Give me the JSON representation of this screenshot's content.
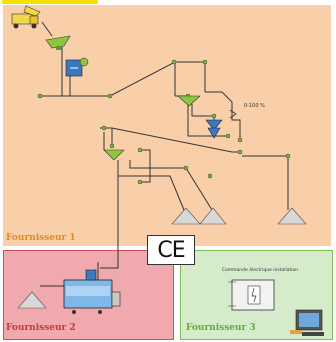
{
  "zones": {
    "supplier_1": {
      "label": "Fournisseur 1"
    },
    "supplier_2": {
      "label": "Fournisseur 2"
    },
    "supplier_3": {
      "label": "Fournisseur 3"
    }
  },
  "certification_mark": "CE",
  "control_panel_caption": "Commande électrique installation",
  "flow_rate_label": "0-100 %",
  "colors": {
    "supplier_1_bg": "#f9cfaa",
    "supplier_2_bg": "#f0a9ac",
    "supplier_3_bg": "#d6ebc9",
    "supplier_1_text": "#e08a2a",
    "supplier_2_text": "#c43a3a",
    "supplier_3_text": "#5fae3a",
    "hopper": "#8dc63f",
    "pump": "#3a78c2"
  },
  "icons": [
    "dump-truck-icon",
    "feed-hopper-icon",
    "blue-dosing-unit-icon",
    "valve-icon",
    "stockpile-icon",
    "mixer-tank-icon",
    "electrical-cabinet-icon",
    "computer-icon"
  ]
}
